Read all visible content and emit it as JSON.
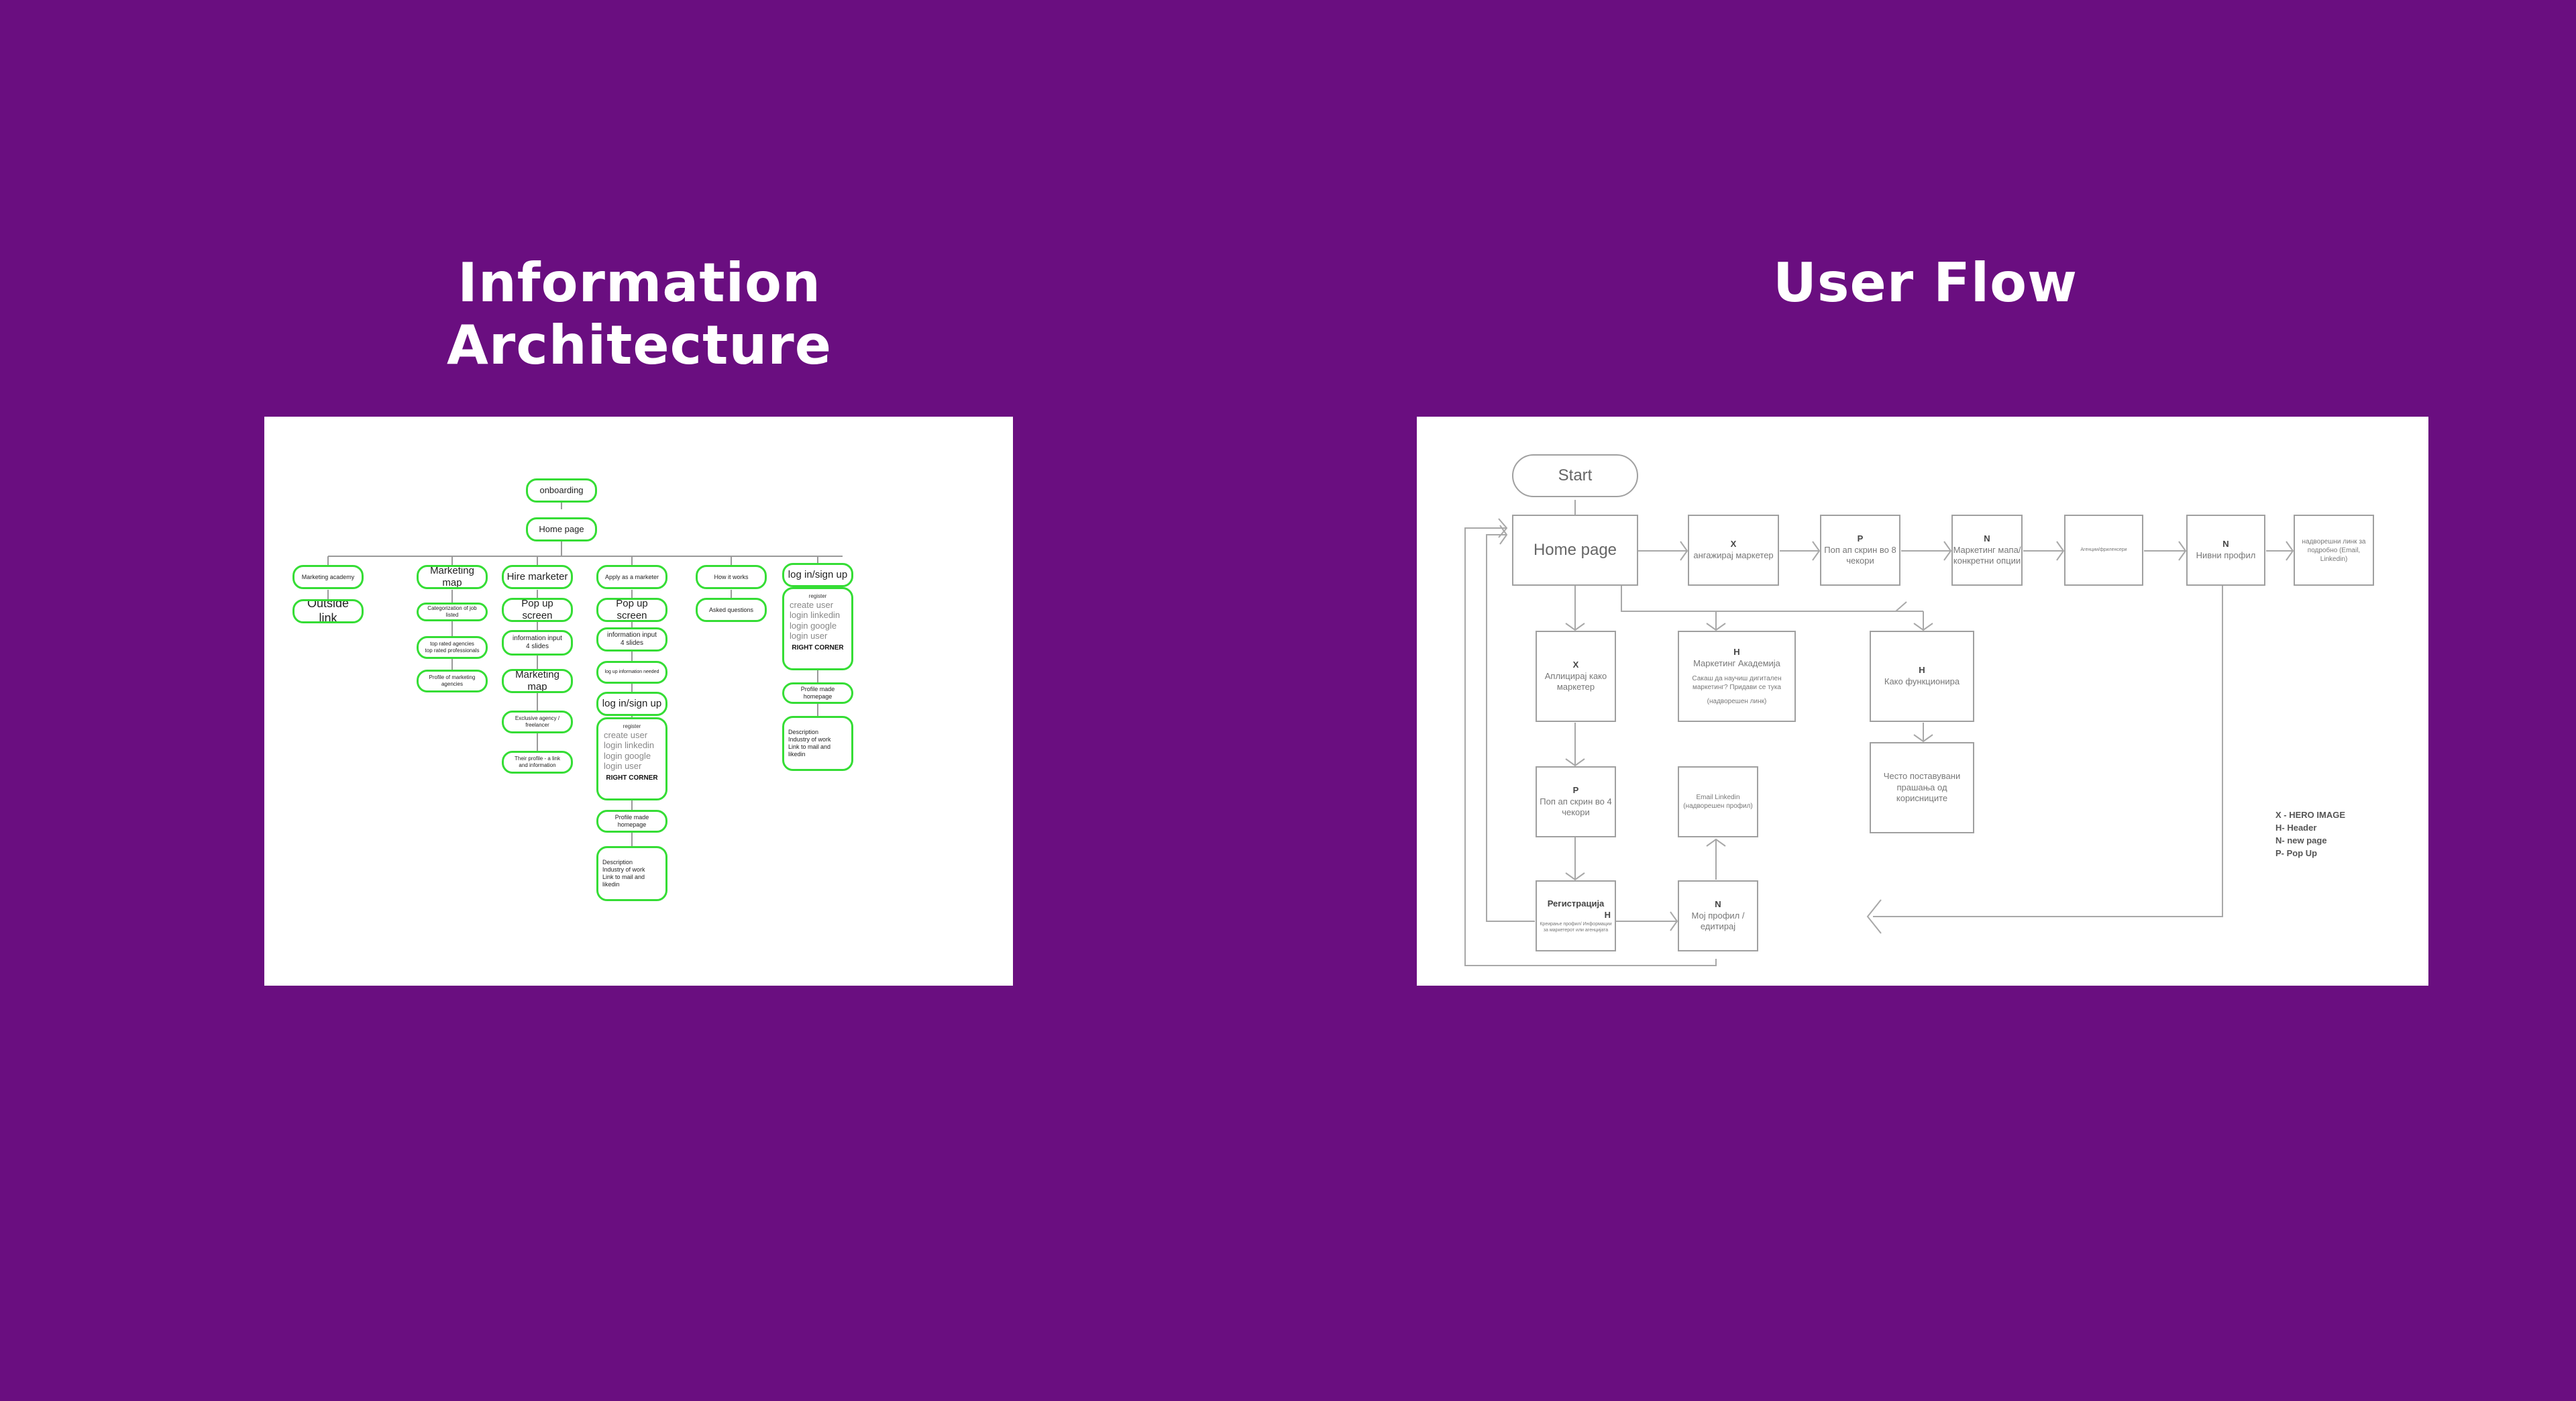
{
  "headings": {
    "ia": "Information Architecture",
    "uf": "User Flow"
  },
  "ia": {
    "onboarding": "onboarding",
    "home": "Home page",
    "col1": {
      "title": "Marketing academy",
      "sub": "Outside link"
    },
    "col2": {
      "title": "Marketing map",
      "n1": "Categorization of job listed",
      "n2": "top rated agencies\ntop rated professionals",
      "n3": "Profile of marketing agencies"
    },
    "col3": {
      "title": "Hire marketer",
      "n1": "Pop up screen",
      "n2": "information input\n4 slides",
      "n3": "Marketing map",
      "n4": "Exclusive agency / freelancer",
      "n5": "Their profile - a link\nand information"
    },
    "col4": {
      "title": "Apply as a marketer",
      "n1": "Pop up screen",
      "n2": "information input\n4 slides",
      "n3": "log up information needed",
      "n4": "log in/sign up",
      "register": "register",
      "items": [
        "create user",
        "login linkedin",
        "login google",
        "login user"
      ],
      "corner": "RIGHT CORNER",
      "n5": "Profile made homepage",
      "desc": [
        "Description",
        "Industry of work",
        "Link to mail and likedin"
      ]
    },
    "col5": {
      "title": "How it works",
      "n1": "Asked questions"
    },
    "col6": {
      "title": "log in/sign up",
      "register": "register",
      "items": [
        "create user",
        "login linkedin",
        "login google",
        "login user"
      ],
      "corner": "RIGHT CORNER",
      "n1": "Profile made homepage",
      "desc": [
        "Description",
        "Industry of work",
        "Link to mail and likedin"
      ]
    }
  },
  "uf": {
    "start": "Start",
    "home": "Home page",
    "hire": {
      "tag": "X",
      "text": "ангажирај маркетер"
    },
    "popup8": {
      "tag": "P",
      "text": "Поп ап скрин во 8 чекори"
    },
    "map": {
      "tag": "N",
      "text": "Маркетинг мапа/конкретни опции"
    },
    "agencies": {
      "text": "Агенции/фриленсери"
    },
    "profile": {
      "tag": "N",
      "text": "Нивни профил"
    },
    "links": {
      "text": "надворешни линк за подробно (Email, Linkedin)"
    },
    "apply": {
      "tag": "X",
      "text": "Аплицирај како маркетер"
    },
    "academy": {
      "tag": "H",
      "title": "Маркетинг Академија",
      "text": "Сакаш да научиш дигитален маркетинг? Придави се тука",
      "link": "(надворешен линк)"
    },
    "how": {
      "tag": "H",
      "text": "Како функционира"
    },
    "faq": {
      "text": "Често поставувани прашања од корисниците"
    },
    "popup4": {
      "tag": "P",
      "text": "Поп ап скрин во 4 чекори"
    },
    "email": {
      "text": "Email Linkedin (надворешен профил)"
    },
    "register": {
      "tag": "H",
      "title": "Регистрација",
      "text": "Креирање профил/ Информации за маркетерот или агенцијата"
    },
    "myprofile": {
      "tag": "N",
      "text": "Мој профил /едитирај"
    },
    "legend": [
      "X - HERO IMAGE",
      "H- Header",
      "N- new page",
      "P- Pop Up"
    ]
  }
}
